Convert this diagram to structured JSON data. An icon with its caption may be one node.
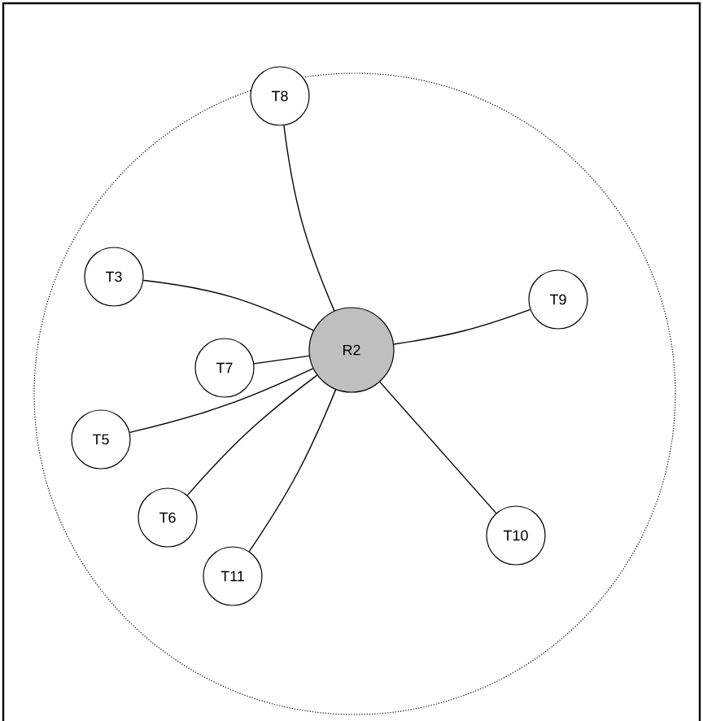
{
  "diagram": {
    "nodes": [
      {
        "text": [
          "T8"
        ]
      },
      {
        "text": [
          "T3"
        ]
      },
      {
        "text": [
          "T9"
        ]
      },
      {
        "text": [
          "R2"
        ]
      },
      {
        "text": [
          "T7"
        ]
      },
      {
        "text": [
          "T5"
        ]
      },
      {
        "text": [
          "T6"
        ]
      },
      {
        "text": [
          "T10"
        ]
      },
      {
        "text": [
          "T11"
        ]
      }
    ],
    "edges": [
      {
        "from": 3,
        "to": 0,
        "arrow": "none"
      },
      {
        "from": 3,
        "to": 1,
        "arrow": "none"
      },
      {
        "from": 3,
        "to": 2,
        "arrow": "none"
      },
      {
        "from": 3,
        "to": 4,
        "arrow": "none"
      },
      {
        "from": 3,
        "to": 5,
        "arrow": "none"
      },
      {
        "from": 3,
        "to": 6,
        "arrow": "none"
      },
      {
        "from": 3,
        "to": 7,
        "arrow": "none"
      },
      {
        "from": 3,
        "to": 8,
        "arrow": "none"
      }
    ]
  }
}
